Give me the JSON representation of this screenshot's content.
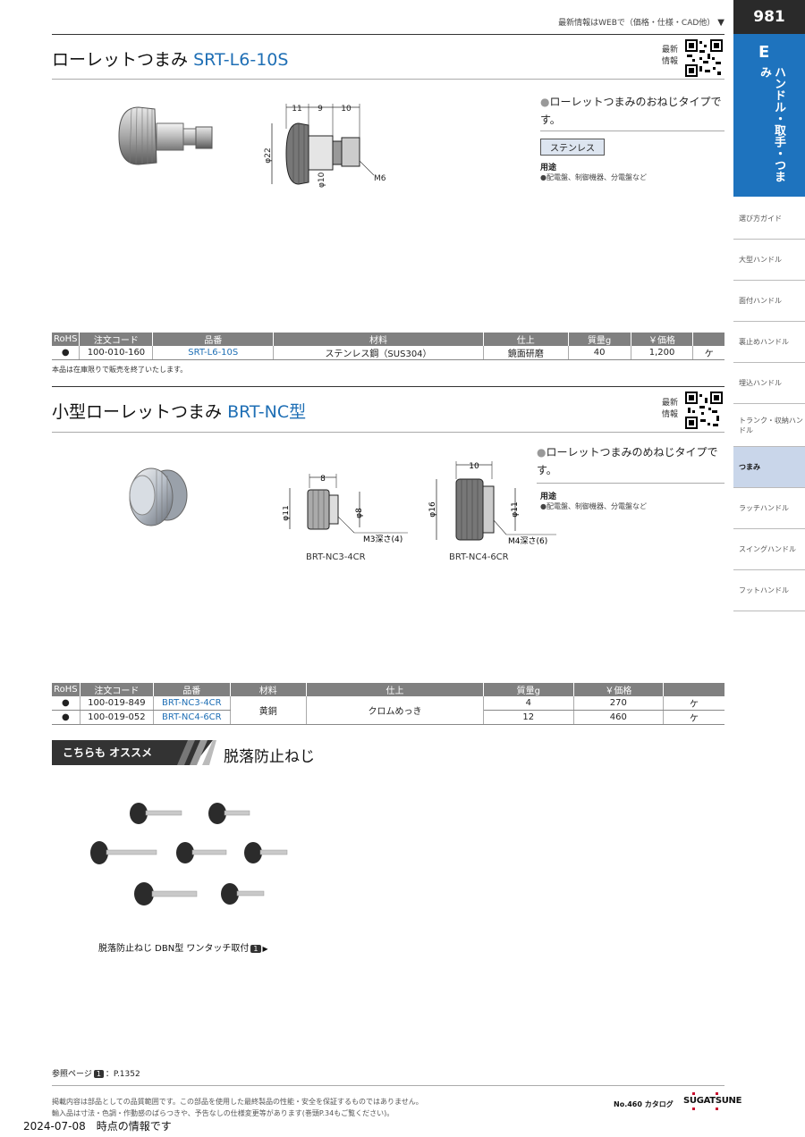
{
  "header": {
    "note": "最新情報はWEBで（価格・仕様・CAD他）",
    "page_number": "981",
    "category_letter": "E",
    "category_name": "ハンドル・取手・つまみ"
  },
  "side_nav": [
    {
      "label": "選び方ガイド",
      "active": false
    },
    {
      "label": "大型ハンドル",
      "active": false
    },
    {
      "label": "面付ハンドル",
      "active": false
    },
    {
      "label": "裏止めハンドル",
      "active": false
    },
    {
      "label": "埋込ハンドル",
      "active": false
    },
    {
      "label": "トランク・収納ハンドル",
      "active": false
    },
    {
      "label": "つまみ",
      "active": true
    },
    {
      "label": "ラッチハンドル",
      "active": false
    },
    {
      "label": "スイングハンドル",
      "active": false
    },
    {
      "label": "フットハンドル",
      "active": false
    }
  ],
  "latest_label_1": "最新",
  "latest_label_2": "情報",
  "section1": {
    "title": "ローレットつまみ",
    "model": "SRT-L6-10S",
    "feature": "ローレットつまみのおねじタイプです。",
    "material_badge": "ステンレス",
    "use_heading": "用途",
    "use_text": "●配電盤、制御機器、分電盤など",
    "dims": {
      "d1": "11",
      "d2": "9",
      "d3": "10",
      "phi22": "φ22",
      "phi10": "φ10",
      "thread": "M6"
    },
    "table": {
      "headers": [
        "RoHS",
        "注文コード",
        "品番",
        "材料",
        "仕上",
        "質量g",
        "￥価格",
        ""
      ],
      "rows": [
        {
          "rohs": "●",
          "code": "100-010-160",
          "model": "SRT-L6-10S",
          "material": "ステンレス鋼（SUS304）",
          "finish": "鏡面研磨",
          "mass": "40",
          "price": "1,200",
          "unit": "ケ"
        }
      ]
    },
    "note": "本品は在庫限りで販売を終了いたします。"
  },
  "section2": {
    "title": "小型ローレットつまみ",
    "model": "BRT-NC型",
    "feature": "ローレットつまみのめねじタイプです。",
    "use_heading": "用途",
    "use_text": "●配電盤、制御機器、分電盤など",
    "dims_a": {
      "w": "8",
      "phi11": "φ11",
      "phi8": "φ8",
      "thread": "M3深さ(4)",
      "label": "BRT-NC3-4CR"
    },
    "dims_b": {
      "w": "10",
      "phi16": "φ16",
      "phi11": "φ11",
      "thread": "M4深さ(6)",
      "label": "BRT-NC4-6CR"
    },
    "table": {
      "headers": [
        "RoHS",
        "注文コード",
        "品番",
        "材料",
        "仕上",
        "質量g",
        "￥価格",
        ""
      ],
      "material": "黄銅",
      "finish": "クロムめっき",
      "rows": [
        {
          "rohs": "●",
          "code": "100-019-849",
          "model": "BRT-NC3-4CR",
          "mass": "4",
          "price": "270",
          "unit": "ケ"
        },
        {
          "rohs": "●",
          "code": "100-019-052",
          "model": "BRT-NC4-6CR",
          "mass": "12",
          "price": "460",
          "unit": "ケ"
        }
      ]
    }
  },
  "recommend": {
    "banner": "こちらも オススメ",
    "title": "脱落防止ねじ",
    "caption": "脱落防止ねじ DBN型 ワンタッチ取付",
    "caption_pill": "1"
  },
  "footer": {
    "ref_label": "参照ページ",
    "ref_pill": "1",
    "ref_page": "：P.1352",
    "disclaimer_1": "掲載内容は部品としての品質範囲です。この部品を使用した最終製品の性能・安全を保証するものではありません。",
    "disclaimer_2": "輸入品は寸法・色調・作動感のばらつきや、予告なしの仕様変更等があります(巻頭P.34もご覧ください)。",
    "catalog": "No.460 カタログ",
    "brand": "SUGATSUNE",
    "date_stamp": "2024-07-08　時点の情報です"
  },
  "colors": {
    "accent": "#1e73be",
    "model_text": "#1f6fb5",
    "table_header": "#808080"
  }
}
